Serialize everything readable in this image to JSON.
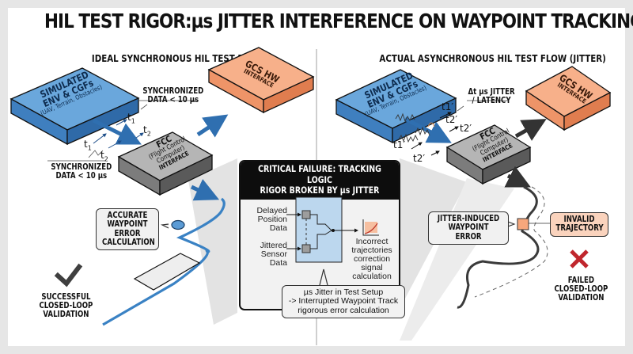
{
  "title": "HIL TEST RIGOR:µs JITTER INTERFERENCE ON WAYPOINT TRACKING",
  "colors": {
    "sim_box": "#5b9bd5",
    "gcs_box": "#f6a77c",
    "fcc_box": "#a9a9a9",
    "ideal_path": "#3a82c4",
    "jitter_path": "#3a3a3a",
    "error_marker": "#f6a77c",
    "fail_mark": "#c0262d",
    "success_mark": "#3f3f3f"
  },
  "left_panel": {
    "heading": "IDEAL SYNCHRONOUS HIL TEST FLOW",
    "sim_box": {
      "line1": "SIMULATED",
      "line2": "ENV & CGFs",
      "line3": "(UAV, Terrain, Obstacles)"
    },
    "gcs_box": {
      "line1": "GCS HW",
      "line2": "INTERFACE"
    },
    "fcc_box": {
      "line1": "FCC",
      "line2": "(Flight Control",
      "line3": "Computer)",
      "line4": "INTERFACE"
    },
    "sync_label_top": {
      "line1": "SYNCHRONIZED",
      "line2": "DATA < 10 µs"
    },
    "sync_label_bottom": {
      "line1": "SYNCHRONIZED",
      "line2": "DATA < 10 µs"
    },
    "time_labels": {
      "t1_sub": "1",
      "t2_sub": "2",
      "t": "t"
    },
    "callout": {
      "line1": "ACCURATE",
      "line2": "WAYPOINT",
      "line3": "ERROR",
      "line4": "CALCULATION"
    },
    "result": {
      "icon": "checkmark-icon",
      "line1": "SUCCESSFUL",
      "line2": "CLOSED-LOOP",
      "line3": "VALIDATION"
    }
  },
  "right_panel": {
    "heading": "ACTUAL ASYNCHRONOUS HIL TEST FLOW (JITTER)",
    "sim_box": {
      "line1": "SIMULATED",
      "line2": "ENV & CGFs",
      "line3": "(UAV, Terrain, Obstacles)"
    },
    "gcs_box": {
      "line1": "GCS HW",
      "line2": "INTERFACE"
    },
    "fcc_box": {
      "line1": "FCC",
      "line2": "(Flight Control",
      "line3": "Computer)",
      "line4": "INTERFACE"
    },
    "jitter_label": {
      "line1": "Δt µs JITTER",
      "line2": "/ LATENCY"
    },
    "time_labels": {
      "t1p": "t1′",
      "t2p": "t2′"
    },
    "callout_error": {
      "line1": "JITTER-INDUCED",
      "line2": "WAYPOINT ERROR"
    },
    "callout_invalid": {
      "line1": "INVALID",
      "line2": "TRAJECTORY"
    },
    "result": {
      "icon": "x-mark-icon",
      "line1": "FAILED",
      "line2": "CLOSED-LOOP",
      "line3": "VALIDATION"
    }
  },
  "critical_box": {
    "header_line1": "CRITICAL FAILURE: TRACKING LOGIC",
    "header_line2": "RIGOR BROKEN BY µs JITTER",
    "input1": {
      "line1": "Delayed",
      "line2": "Position",
      "line3": "Data"
    },
    "input2": {
      "line1": "Jittered",
      "line2": "Sensor Data"
    },
    "output": {
      "line1": "Incorrect",
      "line2": "trajectories",
      "line3": "correction",
      "line4": "signal",
      "line5": "calculation"
    },
    "note": {
      "line1": "µs Jitter in Test Setup",
      "line2": "-> Interrupted Waypoint Track",
      "line3": "rigorous error calculation"
    }
  }
}
